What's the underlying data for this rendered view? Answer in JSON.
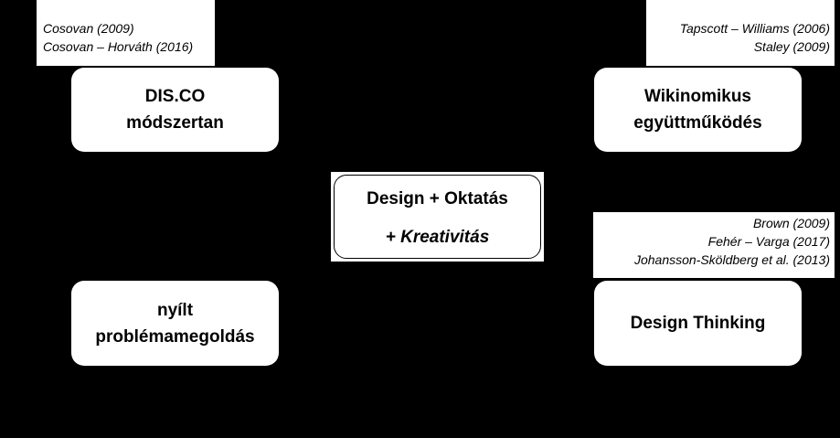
{
  "references": {
    "disco": [
      "Cosovan (2009)",
      "Cosovan – Horváth (2016)"
    ],
    "wikinomics": [
      "Tapscott – Williams (2006)",
      "Staley (2009)"
    ],
    "design_thinking": [
      "Brown (2009)",
      "Fehér – Varga (2017)",
      "Johansson-Sköldberg et al. (2013)"
    ]
  },
  "nodes": {
    "disco": [
      "DIS.CO",
      "módszertan"
    ],
    "wikinomics": [
      "Wikinomikus",
      "együttműködés"
    ],
    "open_problem_solving": [
      "nyílt",
      "problémamegoldás"
    ],
    "design_thinking": [
      "Design Thinking"
    ]
  },
  "center": {
    "line1": "Design + Oktatás",
    "line2": "+ Kreativitás"
  },
  "colors": {
    "background": "#000000",
    "box": "#ffffff",
    "text": "#000000"
  }
}
